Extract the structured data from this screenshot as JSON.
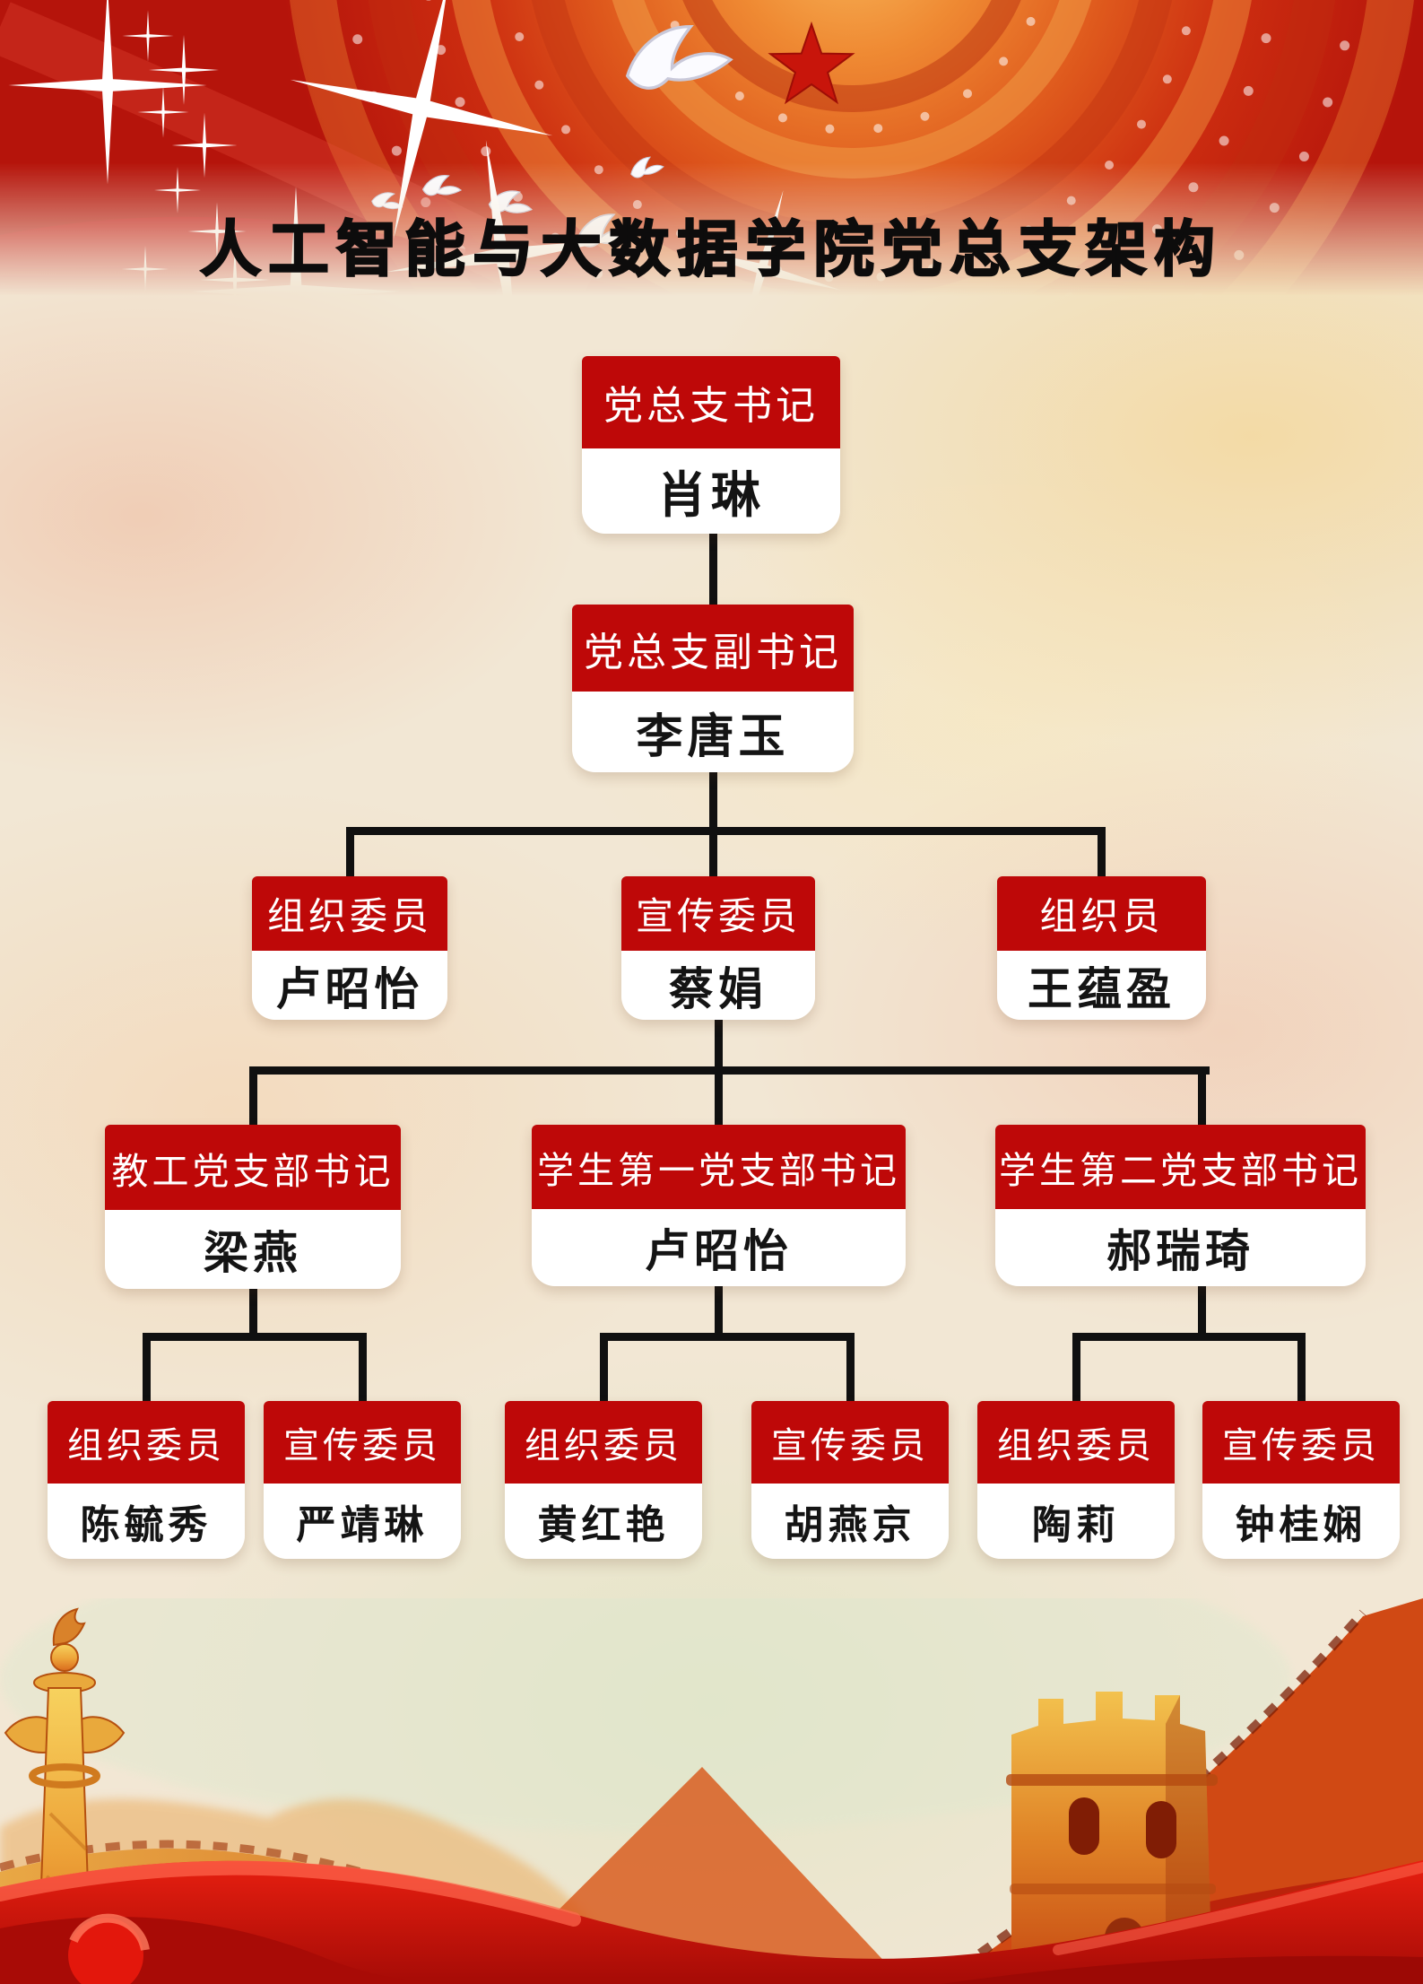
{
  "title": "人工智能与大数据学院党总支架构",
  "org": {
    "secretary": {
      "role": "党总支书记",
      "name": "肖琳"
    },
    "deputy": {
      "role": "党总支副书记",
      "name": "李唐玉"
    },
    "committee": [
      {
        "role": "组织委员",
        "name": "卢昭怡"
      },
      {
        "role": "宣传委员",
        "name": "蔡娟"
      },
      {
        "role": "组织员",
        "name": "王蕴盈"
      }
    ],
    "branches": [
      {
        "role": "教工党支部书记",
        "name": "梁燕"
      },
      {
        "role": "学生第一党支部书记",
        "name": "卢昭怡"
      },
      {
        "role": "学生第二党支部书记",
        "name": "郝瑞琦"
      }
    ],
    "branch_members": [
      {
        "role": "组织委员",
        "name": "陈毓秀"
      },
      {
        "role": "宣传委员",
        "name": "严靖琳"
      },
      {
        "role": "组织委员",
        "name": "黄红艳"
      },
      {
        "role": "宣传委员",
        "name": "胡燕京"
      },
      {
        "role": "组织委员",
        "name": "陶莉"
      },
      {
        "role": "宣传委员",
        "name": "钟桂娴"
      }
    ]
  },
  "colors": {
    "node_header_red": "#be0808",
    "node_body": "#ffffff",
    "connector_black": "#101010",
    "banner_red": "#c0160c",
    "star_red": "#c8150b",
    "gold": "#e8a93c",
    "silk_red": "#d01410",
    "paper": "#f2e7d4"
  }
}
